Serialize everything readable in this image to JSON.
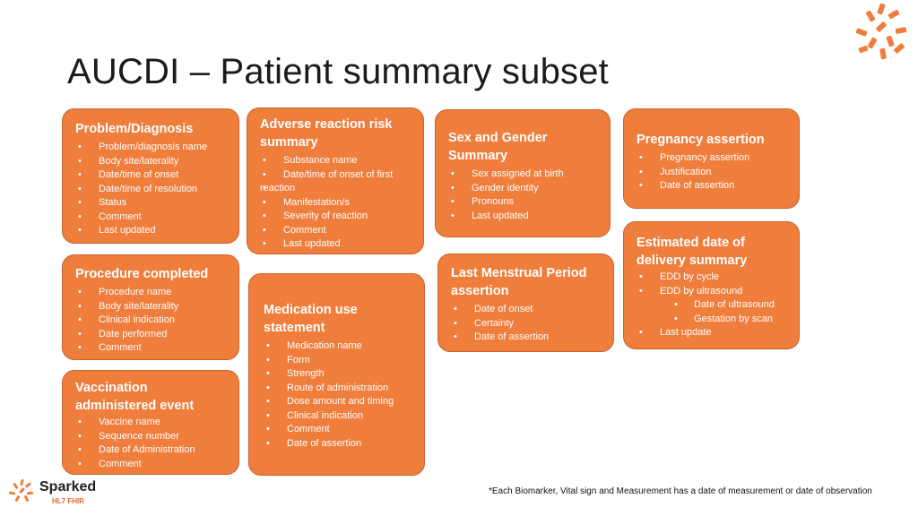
{
  "title": "AUCDI – Patient summary subset",
  "cards": {
    "problem": {
      "heading": "Problem/Diagnosis",
      "items": [
        "Problem/diagnosis name",
        "Body site/laterality",
        "Date/time of onset",
        "Date/time of resolution",
        "Status",
        "Comment",
        "Last updated"
      ]
    },
    "adverse": {
      "heading1": "Adverse reaction risk",
      "heading2": "summary",
      "items": [
        "Substance name",
        "Date/time of onset of first",
        "reaction",
        "Manifestation/s",
        "Severity of reaction",
        "Comment",
        "Last updated"
      ]
    },
    "sex": {
      "heading1": "Sex and Gender",
      "heading2": "Summary",
      "items": [
        "Sex assigned at birth",
        "Gender identity",
        "Pronouns",
        "Last updated"
      ]
    },
    "pregnancy": {
      "heading": "Pregnancy assertion",
      "items": [
        "Pregnancy assertion",
        "Justification",
        "Date of assertion"
      ]
    },
    "procedure": {
      "heading": "Procedure completed",
      "items": [
        "Procedure name",
        "Body site/laterality",
        "Clinical indication",
        "Date performed",
        "Comment"
      ]
    },
    "medication": {
      "heading1": "Medication use",
      "heading2": "statement",
      "items": [
        "Medication name",
        "Form",
        "Strength",
        "Route of administration",
        "Dose amount and timing",
        "Clinical indication",
        "Comment",
        "Date of assertion"
      ]
    },
    "menstrual": {
      "heading1": "Last Menstrual Period",
      "heading2": "assertion",
      "items": [
        "Date of onset",
        "Certainty",
        "Date of assertion"
      ]
    },
    "edd": {
      "heading1": "Estimated date of",
      "heading2": "delivery summary",
      "items": [
        "EDD by cycle",
        "EDD by ultrasound",
        "Date of ultrasound",
        "Gestation by scan",
        "Last update"
      ]
    },
    "vaccination": {
      "heading1": "Vaccination",
      "heading2": "administered event",
      "items": [
        "Vaccine name",
        "Sequence number",
        "Date of Administration",
        "Comment"
      ]
    }
  },
  "footnote": "*Each Biomarker, Vital sign and Measurement has a date of measurement or date of observation",
  "brand": {
    "name": "Sparked",
    "sub": "HL7 FHIR",
    "icon": "sparked-logo-icon",
    "accent": "#ef7d3c"
  }
}
